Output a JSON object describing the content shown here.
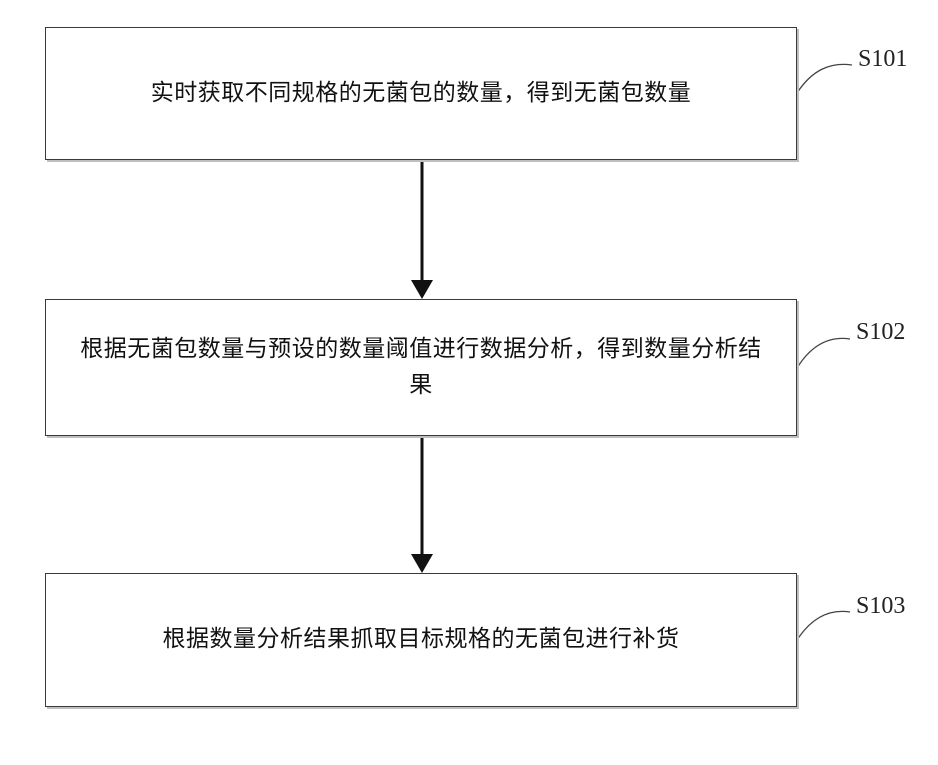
{
  "steps": [
    {
      "id": "S101",
      "text": "实时获取不同规格的无菌包的数量，得到无菌包数量"
    },
    {
      "id": "S102",
      "text": "根据无菌包数量与预设的数量阈值进行数据分析，得到数量分析结果"
    },
    {
      "id": "S103",
      "text": "根据数量分析结果抓取目标规格的无菌包进行补货"
    }
  ]
}
